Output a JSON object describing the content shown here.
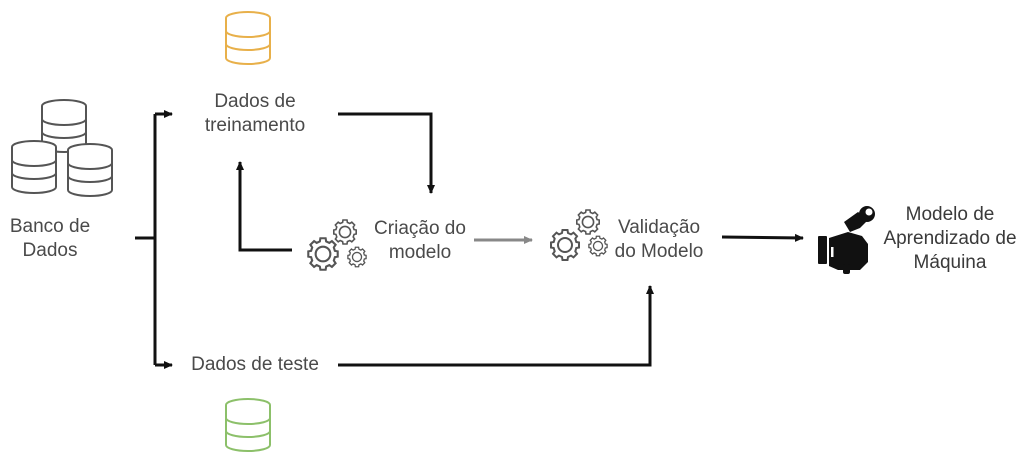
{
  "nodes": {
    "database": {
      "line1": "Banco de",
      "line2": "Dados"
    },
    "training_data": {
      "line1": "Dados de",
      "line2": "treinamento"
    },
    "model_creation": {
      "line1": "Criação do",
      "line2": "modelo"
    },
    "validation": {
      "line1": "Validação",
      "line2": "do Modelo"
    },
    "ml_model": {
      "line1": "Modelo de",
      "line2": "Aprendizado de",
      "line3": "Máquina"
    },
    "test_data": {
      "line1": "Dados de teste"
    }
  },
  "colors": {
    "training_db": "#e8b04a",
    "test_db": "#8cc06a",
    "main_db": "#555555",
    "arrow": "#111111",
    "gray_arrow": "#888888"
  },
  "icons": {
    "database": "database-stack-icon",
    "training_data": "database-icon",
    "test_data": "database-icon",
    "model_creation": "gears-icon",
    "validation": "gears-icon",
    "ml_model": "hand-wrench-icon"
  }
}
